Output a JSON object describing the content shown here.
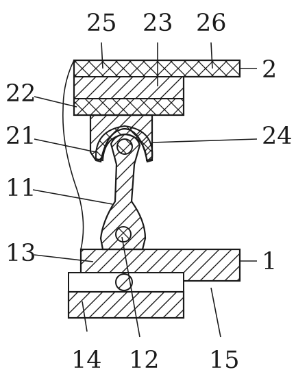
{
  "figure": {
    "labels": {
      "l1": "1",
      "l2": "2",
      "l11": "11",
      "l12": "12",
      "l13": "13",
      "l14": "14",
      "l15": "15",
      "l21": "21",
      "l22": "22",
      "l23": "23",
      "l24": "24",
      "l25": "25",
      "l26": "26"
    }
  }
}
